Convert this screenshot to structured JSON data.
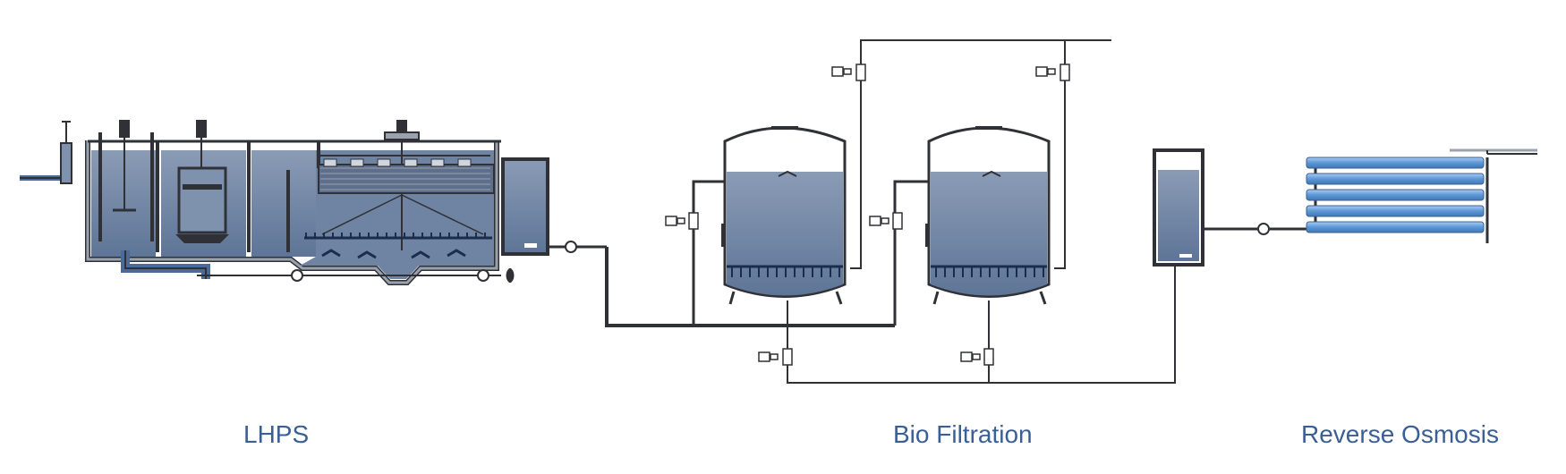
{
  "labels": {
    "lhps": "LHPS",
    "bio_filtration": "Bio Filtration",
    "reverse_osmosis": "Reverse Osmosis"
  },
  "colors": {
    "line": "#2f3136",
    "water": "#6f84a2",
    "water_dark": "#4c6a99",
    "tank_fill": "#7f92ad",
    "membrane": "#6fa3dc",
    "label": "#3a5f95"
  }
}
